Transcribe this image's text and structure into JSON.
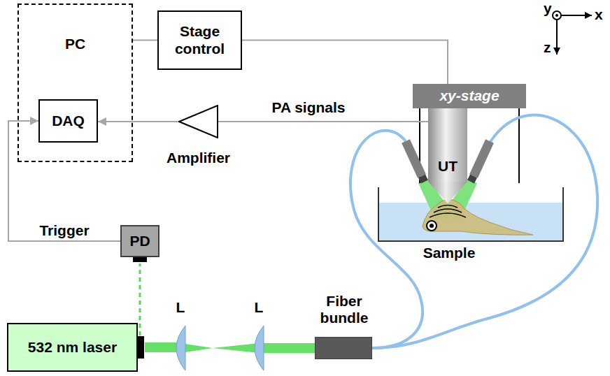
{
  "diagram": {
    "nodes": [
      {
        "text": [
          "PC"
        ]
      },
      {
        "text": [
          "DAQ"
        ],
        "in": 0
      },
      {
        "text": [
          "Stage control"
        ]
      },
      {
        "text": [
          "Amplifier"
        ]
      },
      {
        "text": [
          "PD"
        ]
      },
      {
        "text": [
          "532 nm laser"
        ]
      },
      {
        "text": [
          "L"
        ]
      },
      {
        "text": [
          "L"
        ]
      },
      {
        "text": [
          "Fiber bundle"
        ]
      },
      {
        "text": [
          "xy-stage"
        ]
      },
      {
        "text": [
          "UT"
        ]
      },
      {
        "text": [
          "Sample"
        ]
      }
    ],
    "edges": [
      {
        "from": 0,
        "to": 2,
        "arrow": "none"
      },
      {
        "from": 2,
        "to": 9,
        "arrow": "none"
      },
      {
        "from": 10,
        "to": 3,
        "label": "PA signals",
        "arrow": "none"
      },
      {
        "from": 3,
        "to": 1,
        "arrow": "to"
      },
      {
        "from": 4,
        "to": 1,
        "label": "Trigger",
        "arrow": "to"
      },
      {
        "from": 5,
        "to": 4,
        "arrow": "none"
      },
      {
        "from": 5,
        "to": 6,
        "arrow": "none"
      },
      {
        "from": 6,
        "to": 7,
        "arrow": "none"
      },
      {
        "from": 7,
        "to": 8,
        "arrow": "none"
      }
    ],
    "labels": [
      "y",
      "x",
      "z"
    ]
  }
}
